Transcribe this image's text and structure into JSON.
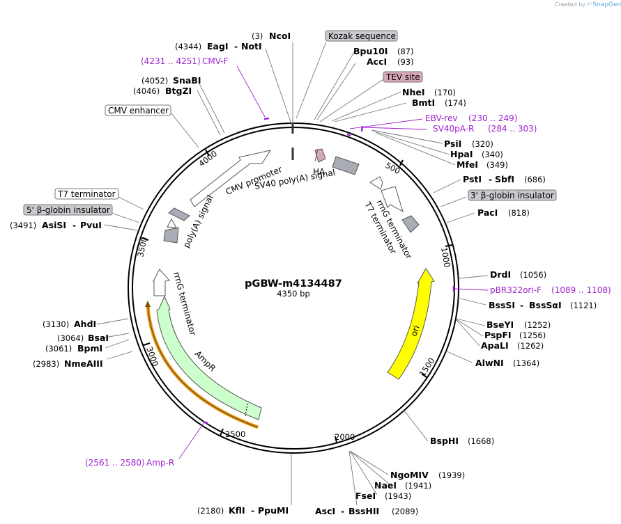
{
  "credit": {
    "prefix": "Created by",
    "brand": "SnapGene"
  },
  "plasmid": {
    "name": "pGBW-m4134487",
    "length_label": "4350 bp"
  },
  "ticks": [
    "500",
    "1000",
    "1500",
    "2000",
    "2500",
    "3000",
    "3500",
    "4000"
  ],
  "enzymes": {
    "ncoi": {
      "pos": "(3)",
      "name": "NcoI"
    },
    "eagi_noti": {
      "pos": "(4344)",
      "name": "EagI",
      "name2": "NotI"
    },
    "snabi": {
      "pos": "(4052)",
      "name": "SnaBI"
    },
    "btgzi": {
      "pos": "(4046)",
      "name": "BtgZI"
    },
    "bpu10i": {
      "name": "Bpu10I",
      "pos": "(87)"
    },
    "acci": {
      "name": "AccI",
      "pos": "(93)"
    },
    "nhei": {
      "name": "NheI",
      "pos": "(170)"
    },
    "bmti": {
      "name": "BmtI",
      "pos": "(174)"
    },
    "psii": {
      "name": "PsiI",
      "pos": "(320)"
    },
    "hpai": {
      "name": "HpaI",
      "pos": "(340)"
    },
    "mfei": {
      "name": "MfeI",
      "pos": "(349)"
    },
    "psti_sbfi": {
      "name": "PstI",
      "name2": "SbfI",
      "pos": "(686)"
    },
    "paci": {
      "name": "PacI",
      "pos": "(818)"
    },
    "drdi": {
      "name": "DrdI",
      "pos": "(1056)"
    },
    "bsssi": {
      "name": "BssSI",
      "name2": "BssSαI",
      "pos": "(1121)"
    },
    "bseyi": {
      "name": "BseYI",
      "pos": "(1252)"
    },
    "pspfi": {
      "name": "PspFI",
      "pos": "(1256)"
    },
    "apali": {
      "name": "ApaLI",
      "pos": "(1262)"
    },
    "alwni": {
      "name": "AlwNI",
      "pos": "(1364)"
    },
    "bsphi": {
      "name": "BspHI",
      "pos": "(1668)"
    },
    "ngomiv": {
      "name": "NgoMIV",
      "pos": "(1939)"
    },
    "naei": {
      "name": "NaeI",
      "pos": "(1941)"
    },
    "fsei": {
      "name": "FseI",
      "pos": "(1943)"
    },
    "asci": {
      "name": "AscI",
      "name2": "BssHII",
      "pos": "(2089)"
    },
    "kfli": {
      "pos": "(2180)",
      "name": "KflI",
      "name2": "PpuMI"
    },
    "nmeaiii": {
      "pos": "(2983)",
      "name": "NmeAIII"
    },
    "bpmi": {
      "pos": "(3061)",
      "name": "BpmI"
    },
    "bsai": {
      "pos": "(3064)",
      "name": "BsaI"
    },
    "ahdi": {
      "pos": "(3130)",
      "name": "AhdI"
    },
    "asisi": {
      "pos": "(3491)",
      "name": "AsiSI",
      "name2": "PvuI"
    }
  },
  "primers": {
    "cmvf": {
      "range": "(4231 .. 4251)",
      "name": "CMV-F"
    },
    "ebvrev": {
      "name": "EBV-rev",
      "range": "(230 .. 249)"
    },
    "sv40par": {
      "name": "SV40pA-R",
      "range": "(284 .. 303)"
    },
    "pbr322": {
      "name": "pBR322ori-F",
      "range": "(1089 .. 1108)"
    },
    "ampr": {
      "range": "(2561 .. 2580)",
      "name": "Amp-R"
    }
  },
  "boxed_labels": {
    "kozak": "Kozak sequence",
    "tev": "TEV site",
    "cmv_enhancer": "CMV enhancer",
    "t7_term_left": "T7 terminator",
    "bglobin5": "5' β-globin insulator",
    "bglobin3": "3' β-globin insulator"
  },
  "features": {
    "cmv_promoter": "CMV promoter",
    "sv40_polya": "SV40 poly(A) signal",
    "polya_signal": "poly(A) signal",
    "ha": "HA",
    "rrng_right": "rrnG terminator",
    "t7_right": "T7 terminator",
    "rrng_left": "rrnG terminator",
    "ampr": "AmpR",
    "ori": "ori"
  },
  "colors": {
    "primer": "#a020d0",
    "ori": "#ffff00",
    "ampr": "#ccffcc",
    "ampr_primer_outline": "#f0a020",
    "tev": "#d8a8b8",
    "gray_feature": "#a8adb5",
    "boxed_gray": "#c8cacd"
  }
}
